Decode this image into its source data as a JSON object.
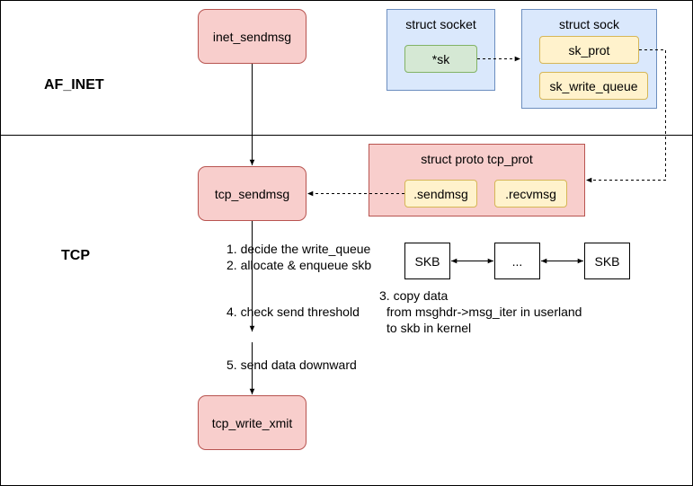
{
  "layers": {
    "af_inet": "AF_INET",
    "tcp": "TCP"
  },
  "nodes": {
    "inet_sendmsg": "inet_sendmsg",
    "tcp_sendmsg": "tcp_sendmsg",
    "tcp_write_xmit": "tcp_write_xmit"
  },
  "struct_socket": {
    "title": "struct socket",
    "sk": "*sk"
  },
  "struct_sock": {
    "title": "struct sock",
    "sk_prot": "sk_prot",
    "sk_write_queue": "sk_write_queue"
  },
  "struct_proto": {
    "title": "struct proto tcp_prot",
    "sendmsg": ".sendmsg",
    "recvmsg": ".recvmsg"
  },
  "skb_chain": {
    "first": "SKB",
    "middle": "...",
    "last": "SKB"
  },
  "steps": {
    "step1": "1. decide the write_queue",
    "step2": "2. allocate & enqueue skb",
    "step3_line1": "3. copy data",
    "step3_line2": "from msghdr->msg_iter in userland",
    "step3_line3": "to skb in kernel",
    "step4": "4. check send threshold",
    "step5": "5. send data downward"
  },
  "colors": {
    "red_fill": "#f8cecc",
    "red_stroke": "#b85450",
    "blue_fill": "#dae8fc",
    "blue_stroke": "#6c8ebf",
    "green_fill": "#d5e8d4",
    "green_stroke": "#82b366",
    "yellow_fill": "#fff2cc",
    "yellow_stroke": "#d6b656"
  }
}
